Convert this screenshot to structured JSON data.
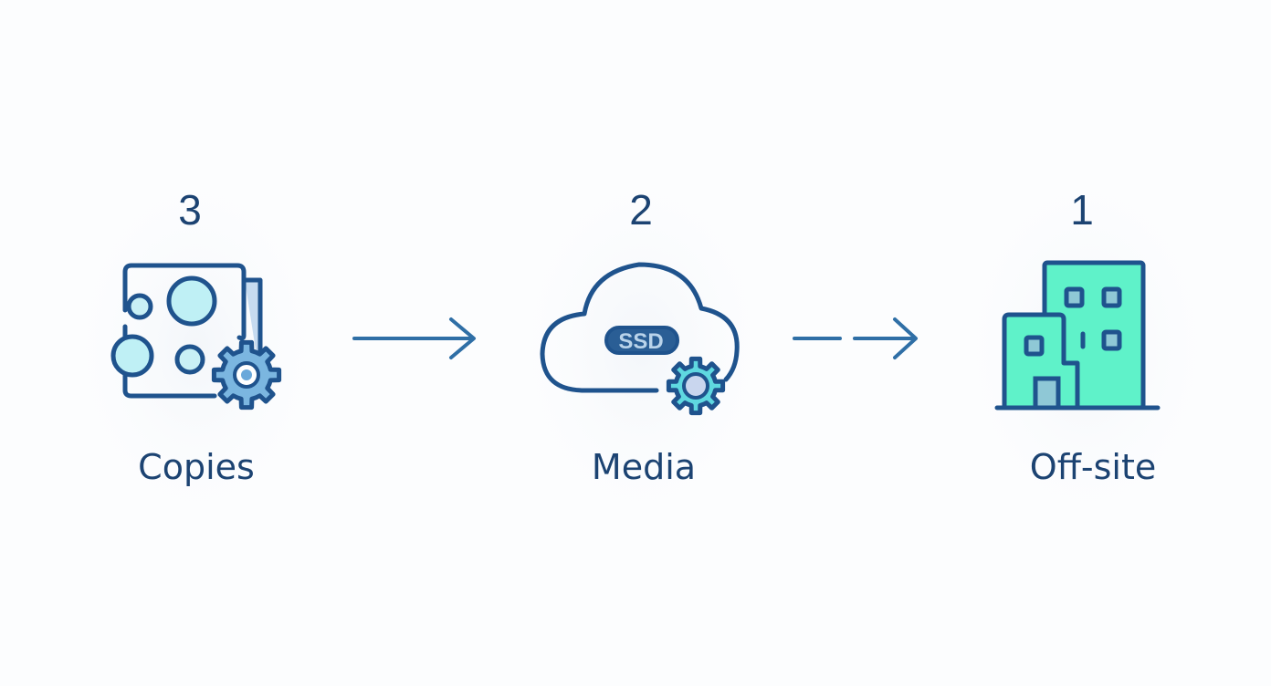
{
  "steps": [
    {
      "number": "3",
      "label": "Copies",
      "icon": "copies-gear-icon"
    },
    {
      "number": "2",
      "label": "Media",
      "icon": "cloud-ssd-gear-icon",
      "badge": "SSD"
    },
    {
      "number": "1",
      "label": "Off-site",
      "icon": "building-icon"
    }
  ],
  "connectors": [
    "solid-arrow",
    "dashed-arrow"
  ],
  "colors": {
    "primary": "#1f538d",
    "text": "#1c4372",
    "arrow": "#2f6fa6",
    "teal": "#5ff2c9",
    "light": "#c8ecf5"
  }
}
